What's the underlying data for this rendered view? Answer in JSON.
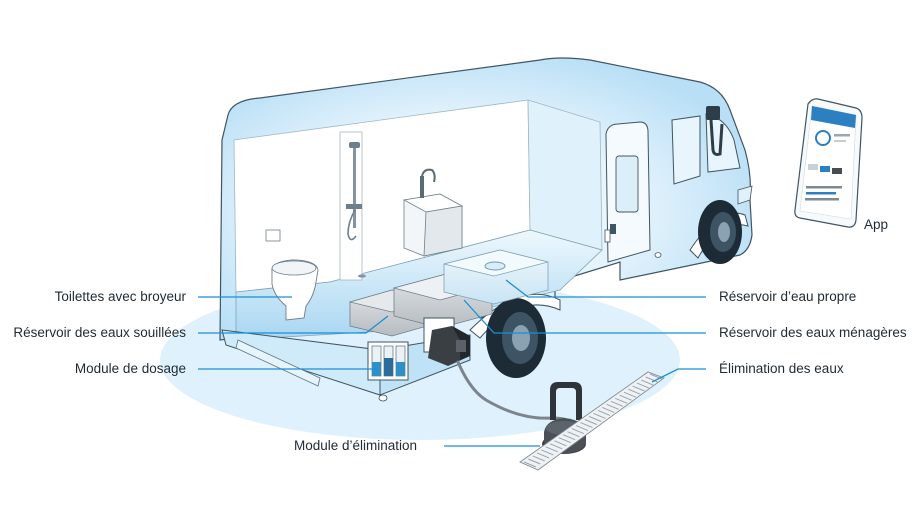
{
  "labels": {
    "toilet": "Toilettes avec broyeur",
    "black_tank": "Réservoir des eaux souillées",
    "dosing": "Module de dosage",
    "disposal_module": "Module d’élimination",
    "fresh_tank": "Réservoir d’eau propre",
    "grey_tank": "Réservoir des eaux ménagères",
    "drain": "Élimination des eaux",
    "app": "App"
  },
  "colors": {
    "leader_line": "#1a8fd6",
    "outline": "#3f5563",
    "glow": "#c9e7f8",
    "tank_grey": "#c9cdd1",
    "dark_part": "#3a3f44",
    "phone_accent": "#2c7fc0"
  }
}
